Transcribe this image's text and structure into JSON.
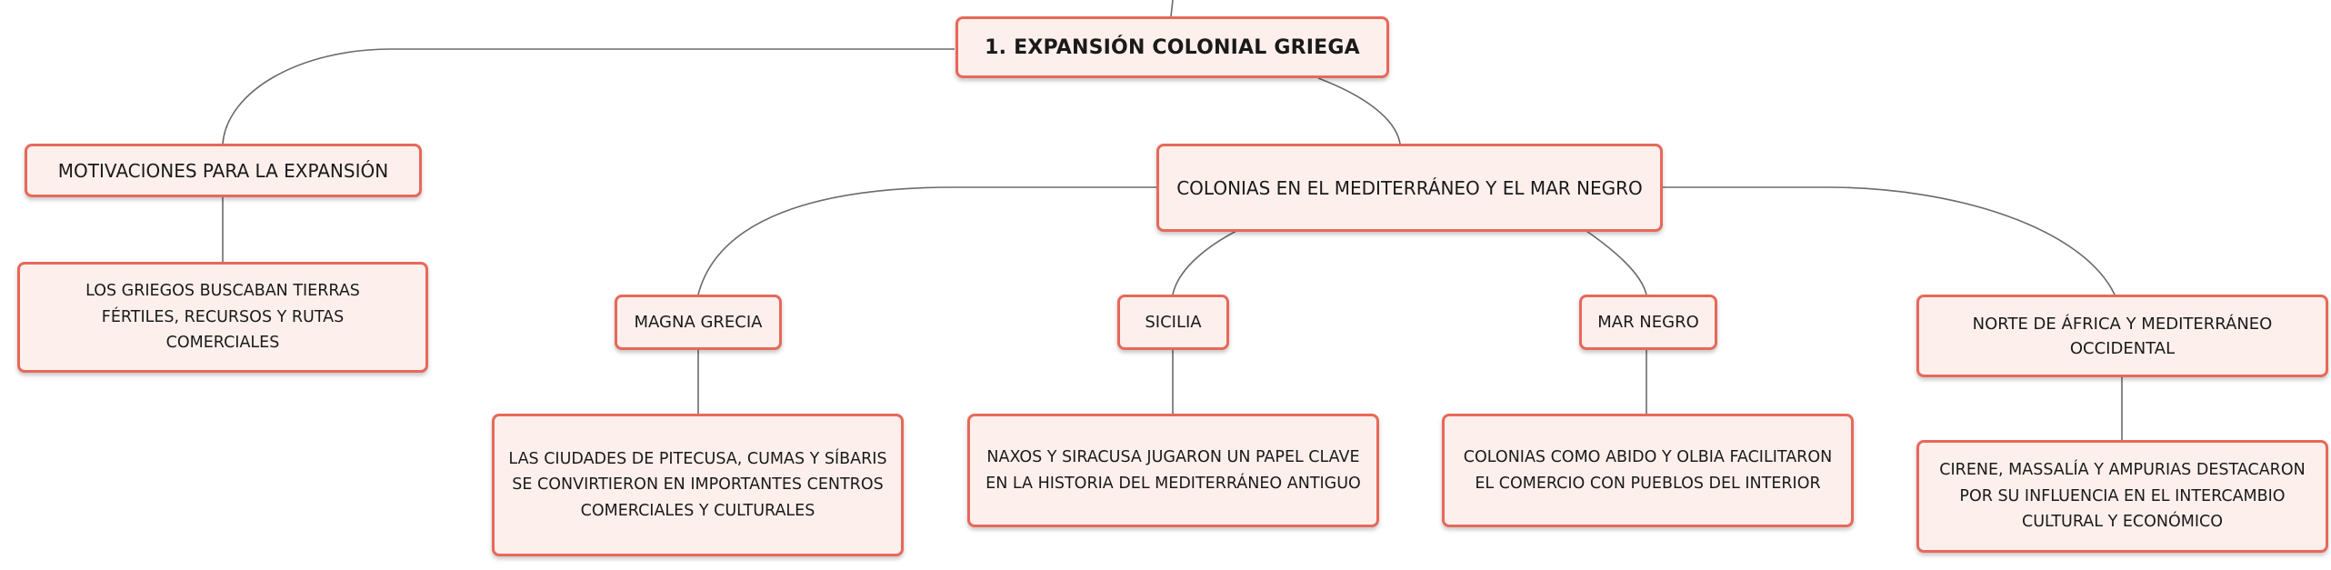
{
  "diagram": {
    "root": {
      "label": "1. EXPANSIÓN COLONIAL GRIEGA"
    },
    "motivations": {
      "label": "MOTIVACIONES PARA LA EXPANSIÓN",
      "detail": "LOS GRIEGOS BUSCABAN TIERRAS FÉRTILES, RECURSOS Y RUTAS COMERCIALES"
    },
    "colonies": {
      "label": "COLONIAS EN EL MEDITERRÁNEO Y EL MAR NEGRO",
      "regions": [
        {
          "label": "MAGNA GRECIA",
          "detail": "LAS CIUDADES DE PITECUSA, CUMAS Y SÍBARIS SE CONVIRTIERON EN IMPORTANTES CENTROS COMERCIALES Y CULTURALES"
        },
        {
          "label": "SICILIA",
          "detail": "NAXOS Y SIRACUSA JUGARON UN PAPEL CLAVE EN LA HISTORIA DEL MEDITERRÁNEO ANTIGUO"
        },
        {
          "label": "MAR NEGRO",
          "detail": "COLONIAS COMO ABIDO Y OLBIA FACILITARON EL COMERCIO CON PUEBLOS DEL INTERIOR"
        },
        {
          "label": "NORTE DE ÁFRICA Y MEDITERRÁNEO OCCIDENTAL",
          "detail": "CIRENE, MASSALÍA Y AMPURIAS DESTACARON POR SU INFLUENCIA EN EL INTERCAMBIO CULTURAL Y ECONÓMICO"
        }
      ]
    }
  },
  "colors": {
    "node_border": "#e8685a",
    "node_fill": "#fdf0ec",
    "connector": "#6b6b6b",
    "text": "#1a1a1a"
  }
}
